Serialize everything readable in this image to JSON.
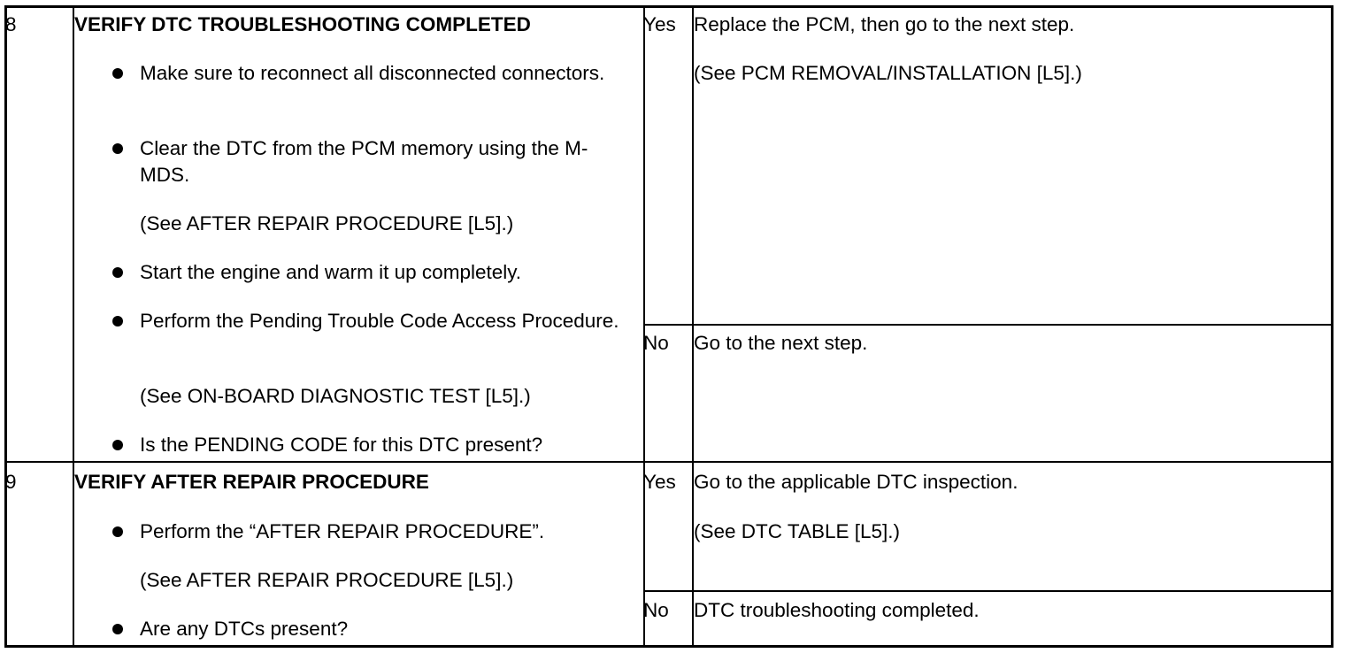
{
  "rows": [
    {
      "step": "8",
      "title": "VERIFY DTC TROUBLESHOOTING COMPLETED",
      "items": [
        "Make sure to reconnect all disconnected connectors.",
        "Clear the DTC from the PCM memory using the M-MDS.",
        "(See AFTER REPAIR PROCEDURE [L5].)",
        "Start the engine and warm it up completely.",
        "Perform the Pending Trouble Code Access Procedure.",
        "(See ON-BOARD DIAGNOSTIC TEST [L5].)",
        "Is the PENDING CODE for this DTC present?"
      ],
      "results": [
        {
          "answer": "Yes",
          "action": "Replace the PCM, then go to the next step.",
          "ref": "(See PCM REMOVAL/INSTALLATION [L5].)"
        },
        {
          "answer": "No",
          "action": "Go to the next step."
        }
      ]
    },
    {
      "step": "9",
      "title": "VERIFY AFTER REPAIR PROCEDURE",
      "items": [
        "Perform the “AFTER REPAIR PROCEDURE”.",
        "(See AFTER REPAIR PROCEDURE [L5].)",
        "Are any DTCs present?"
      ],
      "results": [
        {
          "answer": "Yes",
          "action": "Go to the applicable DTC inspection.",
          "ref": "(See DTC TABLE [L5].)"
        },
        {
          "answer": "No",
          "action": "DTC troubleshooting completed."
        }
      ]
    }
  ]
}
